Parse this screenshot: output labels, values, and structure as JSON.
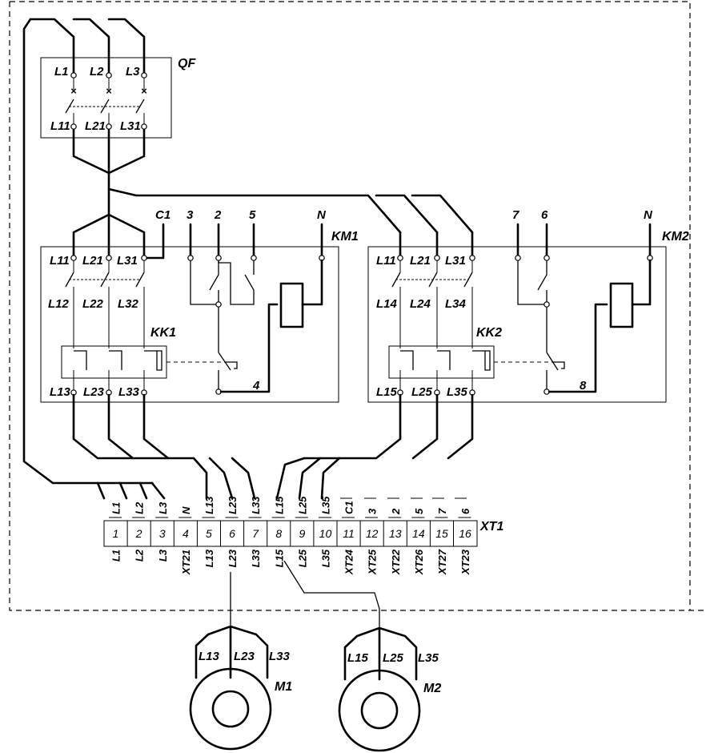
{
  "devices": {
    "breaker": "QF",
    "contactor1": "KM1",
    "contactor2": "KM2",
    "relay1": "KK1",
    "relay2": "KK2",
    "terminal_block": "XT1",
    "motor1": "M1",
    "motor2": "M2"
  },
  "qf": {
    "top": [
      "L1",
      "L2",
      "L3"
    ],
    "bottom": [
      "L11",
      "L21",
      "L31"
    ]
  },
  "km1": {
    "top": [
      "L11",
      "L21",
      "L31"
    ],
    "mid": [
      "L12",
      "L22",
      "L32"
    ],
    "bottom": [
      "L13",
      "L23",
      "L33"
    ],
    "ctrl": [
      "C1",
      "3",
      "2",
      "5",
      "N"
    ],
    "wire": "4"
  },
  "km2": {
    "top": [
      "L11",
      "L21",
      "L31"
    ],
    "mid": [
      "L14",
      "L24",
      "L34"
    ],
    "bottom": [
      "L15",
      "L25",
      "L35"
    ],
    "ctrl": [
      "7",
      "6",
      "N"
    ],
    "wire": "8"
  },
  "xt1": {
    "numbers": [
      "1",
      "2",
      "3",
      "4",
      "5",
      "6",
      "7",
      "8",
      "9",
      "10",
      "11",
      "12",
      "13",
      "14",
      "15",
      "16"
    ],
    "top": [
      "L1",
      "L2",
      "L3",
      "N",
      "L13",
      "L23",
      "L33",
      "L15",
      "L25",
      "L35",
      "C1",
      "3",
      "2",
      "5",
      "7",
      "6"
    ],
    "bottom": [
      "L1",
      "L2",
      "L3",
      "XT21",
      "L13",
      "L23",
      "L33",
      "L15",
      "L25",
      "L35",
      "XT24",
      "XT25",
      "XT22",
      "XT26",
      "XT27",
      "XT23"
    ]
  },
  "m1": {
    "phases": [
      "L13",
      "L23",
      "L33"
    ]
  },
  "m2": {
    "phases": [
      "L15",
      "L25",
      "L35"
    ]
  }
}
